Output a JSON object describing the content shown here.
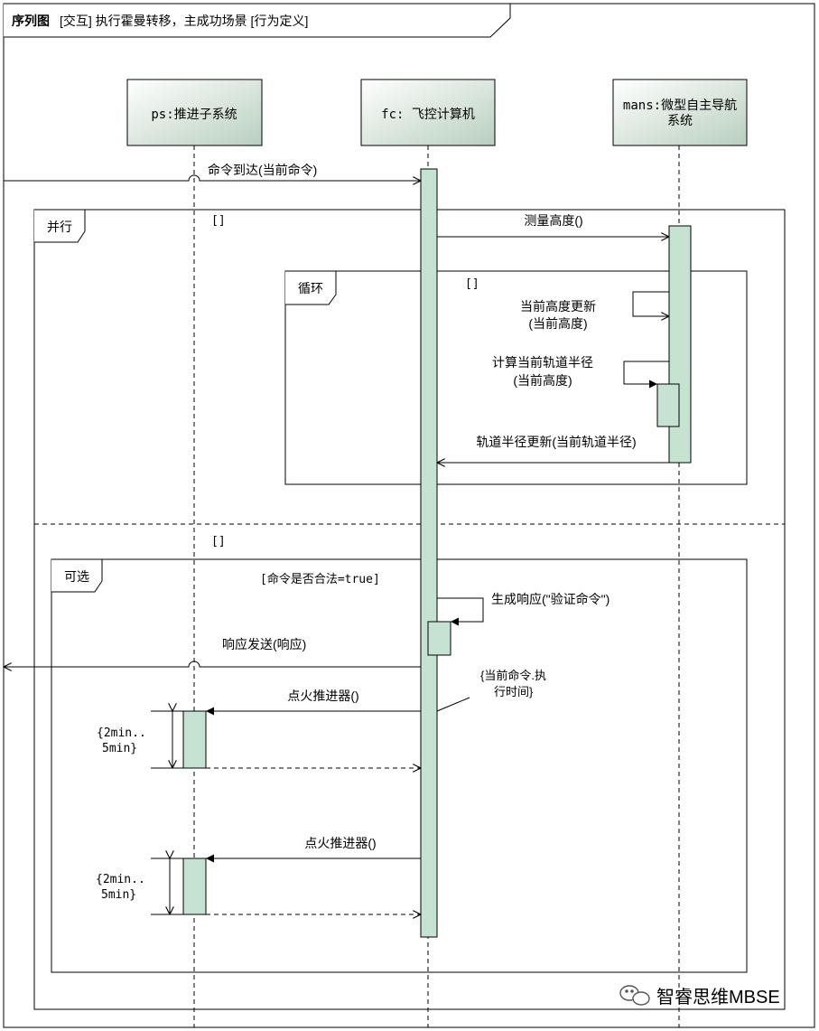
{
  "frame": {
    "title_kind": "序列图",
    "title_rest": "[交互] 执行霍曼转移，主成功场景 [行为定义]"
  },
  "lifelines": [
    {
      "id": "ps",
      "label": "ps:推进子系统"
    },
    {
      "id": "fc",
      "label": "fc: 飞控计算机"
    },
    {
      "id": "mans",
      "label_line1": "mans:微型自主导航",
      "label_line2": "系统"
    }
  ],
  "fragments": {
    "par": {
      "operator": "并行",
      "guard1": "[]",
      "guard2": "[]"
    },
    "loop": {
      "operator": "循环",
      "guard": "[]"
    },
    "opt": {
      "operator": "可选",
      "guard": "[命令是否合法=true]"
    }
  },
  "messages": {
    "command_arrive": "命令到达(当前命令)",
    "measure_altitude": "测量高度()",
    "update_altitude_line1": "当前高度更新",
    "update_altitude_line2": "(当前高度)",
    "calc_radius_line1": "计算当前轨道半径",
    "calc_radius_line2": "(当前高度)",
    "radius_update": "轨道半径更新(当前轨道半径)",
    "generate_response": "生成响应(\"验证命令\")",
    "send_response": "响应发送(响应)",
    "ignite1": "点火推进器()",
    "ignite2": "点火推进器()"
  },
  "notes": {
    "timing_line1": "{当前命令.执",
    "timing_line2": "行时间}"
  },
  "constraints": {
    "duration1_line1": "{2min..",
    "duration1_line2": "5min}",
    "duration2_line1": "{2min..",
    "duration2_line2": "5min}"
  },
  "watermark": {
    "text": "智睿思维MBSE"
  },
  "colors": {
    "activation_fill": "#c5e2d3",
    "lifeline_head_top": "#ffffff",
    "lifeline_head_bottom": "#b9cfbf",
    "stroke": "#000000"
  }
}
